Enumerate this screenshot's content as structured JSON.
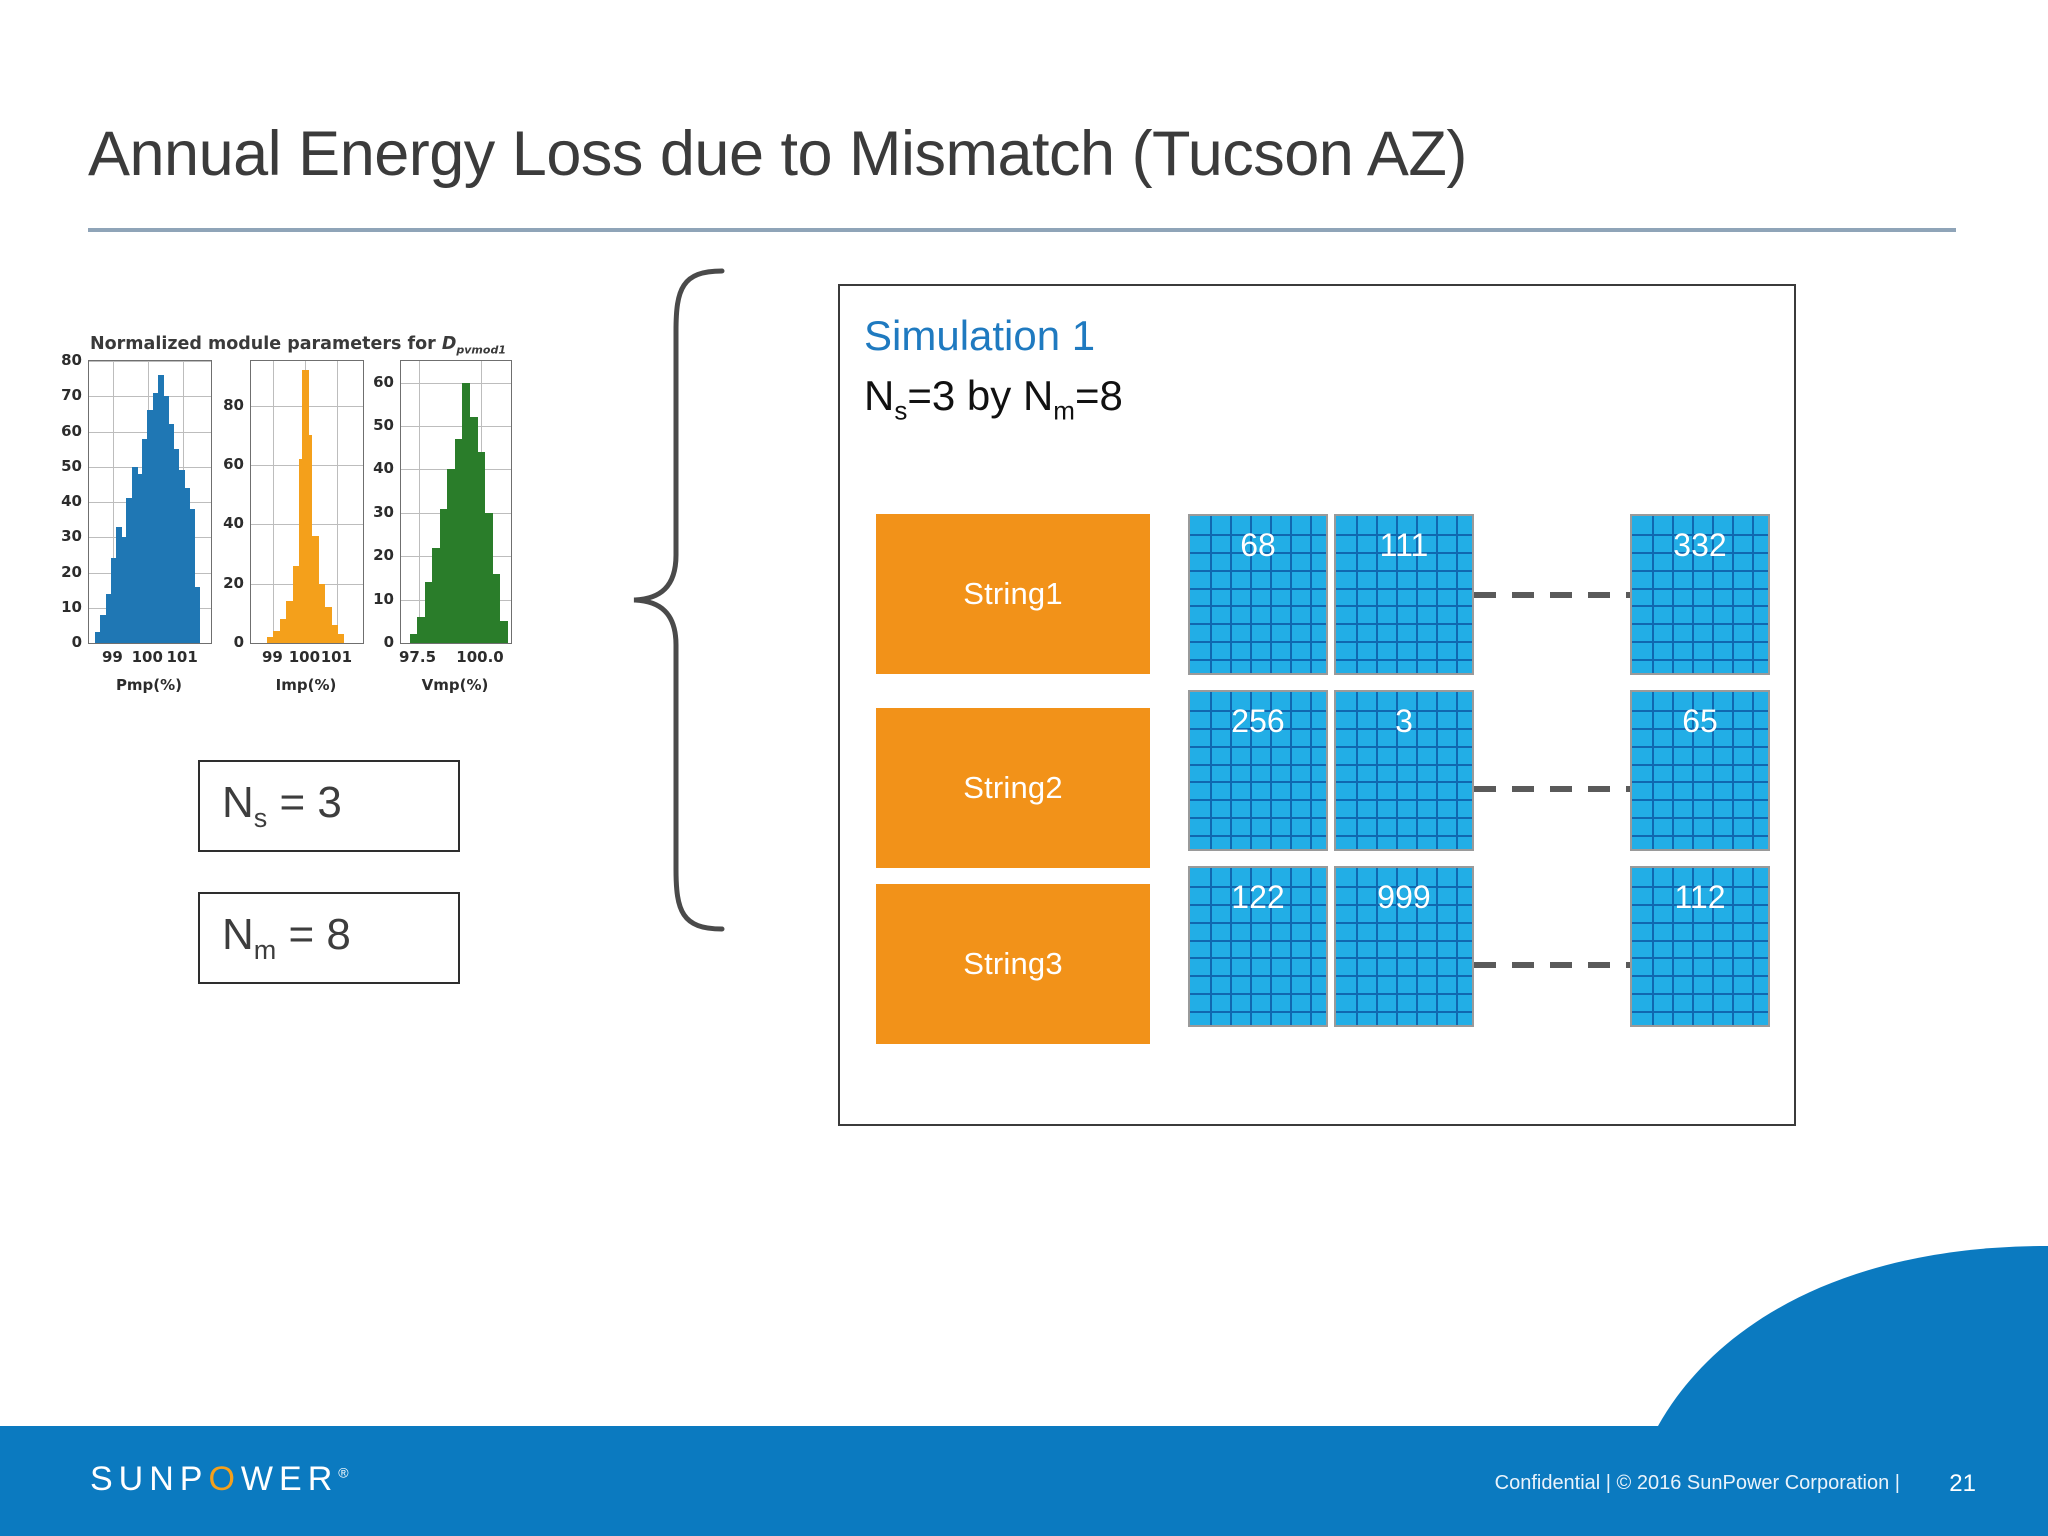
{
  "slide": {
    "title": "Annual Energy Loss due to Mismatch (Tucson AZ)",
    "page_number": "21",
    "accent_blue": "#0B7AC0",
    "accent_orange": "#F29219",
    "panel_blue": "#22AEE6",
    "rule_color": "#8fa4b8"
  },
  "figure": {
    "title_prefix": "Normalized module parameters for ",
    "title_symbol": "D",
    "title_subscript": "pvmod1"
  },
  "chart_data": [
    {
      "type": "bar",
      "title": "Normalized module parameters for D_pvmod1",
      "xlabel": "Pmp(%)",
      "ylabel": "",
      "color": "#1f77b4",
      "xticks": [
        "99",
        "100",
        "101"
      ],
      "yticks": [
        "0",
        "10",
        "20",
        "30",
        "40",
        "50",
        "60",
        "70",
        "80"
      ],
      "ylim": [
        0,
        80
      ],
      "xlim": [
        98.3,
        101.8
      ],
      "x": [
        98.55,
        98.7,
        98.85,
        99.0,
        99.15,
        99.3,
        99.45,
        99.6,
        99.75,
        99.9,
        100.05,
        100.2,
        100.35,
        100.5,
        100.65,
        100.8,
        100.95,
        101.1,
        101.25,
        101.4
      ],
      "values": [
        3,
        8,
        14,
        24,
        33,
        30,
        41,
        50,
        48,
        58,
        66,
        71,
        76,
        70,
        62,
        55,
        49,
        44,
        38,
        16
      ]
    },
    {
      "type": "bar",
      "title": "",
      "xlabel": "Imp(%)",
      "ylabel": "",
      "color": "#f4a01b",
      "xticks": [
        "99",
        "100",
        "101"
      ],
      "yticks": [
        "0",
        "20",
        "40",
        "60",
        "80"
      ],
      "ylim": [
        0,
        95
      ],
      "xlim": [
        98.3,
        101.8
      ],
      "x": [
        98.9,
        99.1,
        99.3,
        99.5,
        99.7,
        99.9,
        100.0,
        100.1,
        100.3,
        100.5,
        100.7,
        100.9,
        101.1
      ],
      "values": [
        2,
        4,
        8,
        14,
        26,
        62,
        92,
        70,
        36,
        20,
        12,
        6,
        3
      ]
    },
    {
      "type": "bar",
      "title": "",
      "xlabel": "Vmp(%)",
      "ylabel": "",
      "color": "#2a7d2a",
      "xticks": [
        "97.5",
        "100.0"
      ],
      "yticks": [
        "0",
        "10",
        "20",
        "30",
        "40",
        "50",
        "60"
      ],
      "ylim": [
        0,
        65
      ],
      "xlim": [
        96.8,
        101.2
      ],
      "x": [
        97.3,
        97.6,
        97.9,
        98.2,
        98.5,
        98.8,
        99.1,
        99.4,
        99.7,
        100.0,
        100.3,
        100.6,
        100.9
      ],
      "values": [
        2,
        6,
        14,
        22,
        31,
        40,
        47,
        60,
        52,
        44,
        30,
        16,
        5
      ]
    }
  ],
  "left_params": [
    {
      "symbol": "N",
      "sub": "s",
      "value": "= 3",
      "text": "Ns = 3"
    },
    {
      "symbol": "N",
      "sub": "m",
      "value": "= 8",
      "text": "Nm = 8"
    }
  ],
  "simulation": {
    "heading": "Simulation 1",
    "subheading_parts": {
      "n1": "N",
      "sub1": "s",
      "eq1": "=3",
      "by": " by ",
      "n2": "N",
      "sub2": "m",
      "eq2": "=8"
    },
    "subheading_text": "Ns=3 by Nm=8",
    "rows": [
      {
        "label": "String1",
        "panels": [
          "68",
          "111",
          "332"
        ]
      },
      {
        "label": "String2",
        "panels": [
          "256",
          "3",
          "65"
        ]
      },
      {
        "label": "String3",
        "panels": [
          "122",
          "999",
          "112"
        ]
      }
    ],
    "panel_grid": {
      "cols": 7,
      "rows": 9
    },
    "ellipsis_style": "dashed-line"
  },
  "footer": {
    "logo_pre": "SUNP",
    "logo_o": "O",
    "logo_post": "WER",
    "logo_reg": "®",
    "confidential": "Confidential | © 2016 SunPower Corporation |",
    "page_number": "21"
  }
}
